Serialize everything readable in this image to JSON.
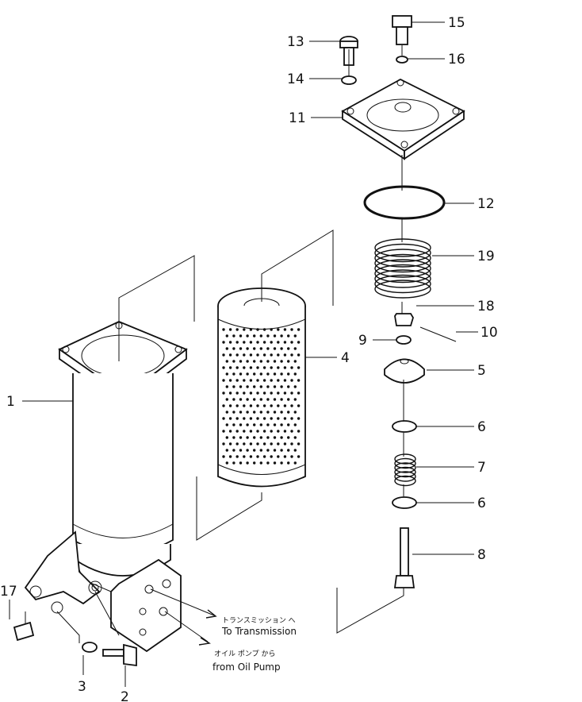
{
  "callouts": [
    {
      "id": "1",
      "text": "1"
    },
    {
      "id": "2",
      "text": "2"
    },
    {
      "id": "3",
      "text": "3"
    },
    {
      "id": "4",
      "text": "4"
    },
    {
      "id": "5",
      "text": "5"
    },
    {
      "id": "6a",
      "text": "6"
    },
    {
      "id": "6b",
      "text": "6"
    },
    {
      "id": "7",
      "text": "7"
    },
    {
      "id": "8",
      "text": "8"
    },
    {
      "id": "9",
      "text": "9"
    },
    {
      "id": "10",
      "text": "10"
    },
    {
      "id": "11",
      "text": "11"
    },
    {
      "id": "12",
      "text": "12"
    },
    {
      "id": "13",
      "text": "13"
    },
    {
      "id": "14",
      "text": "14"
    },
    {
      "id": "15",
      "text": "15"
    },
    {
      "id": "16",
      "text": "16"
    },
    {
      "id": "17",
      "text": "17"
    },
    {
      "id": "18",
      "text": "18"
    },
    {
      "id": "19",
      "text": "19"
    }
  ],
  "notes": {
    "to_transmission_jp": "トランスミッション へ",
    "to_transmission_en": "To Transmission",
    "from_pump_jp": "オイル ポンプ から",
    "from_pump_en": "from Oil Pump"
  }
}
